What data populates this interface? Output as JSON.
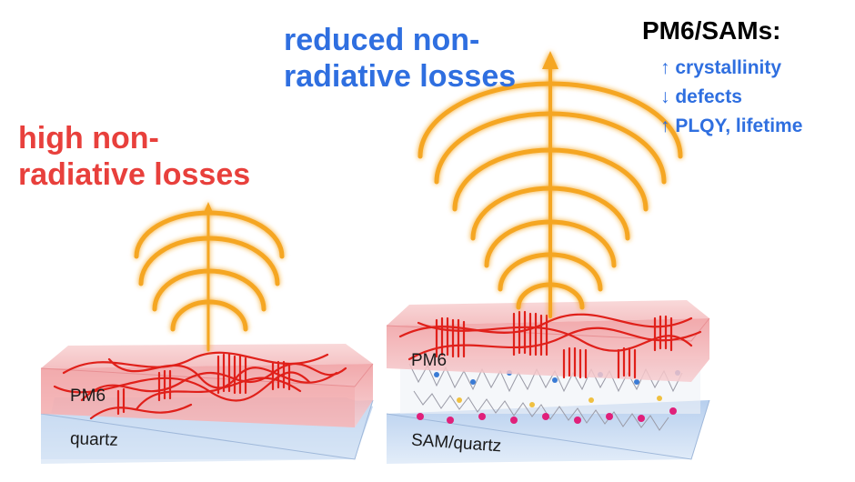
{
  "left_panel": {
    "heading_line1": "high non-",
    "heading_line2": "radiative losses",
    "film_label": "PM6",
    "substrate_label": "quartz"
  },
  "right_panel": {
    "heading_line1": "reduced non-",
    "heading_line2": "radiative losses",
    "film_label": "PM6",
    "substrate_label": "SAM/quartz"
  },
  "summary": {
    "title": "PM6/SAMs:",
    "items": [
      {
        "arrow": "↑",
        "text": "crystallinity"
      },
      {
        "arrow": "↓",
        "text": "defects"
      },
      {
        "arrow": "↑",
        "text": "PLQY, lifetime"
      }
    ]
  },
  "colors": {
    "loss_high": "#e8403c",
    "loss_reduced": "#2f6fe0",
    "emission": "#f5a623",
    "polymer": "#e0201a",
    "film": "#f4b9bb",
    "substrate": "#c9dcf2"
  }
}
